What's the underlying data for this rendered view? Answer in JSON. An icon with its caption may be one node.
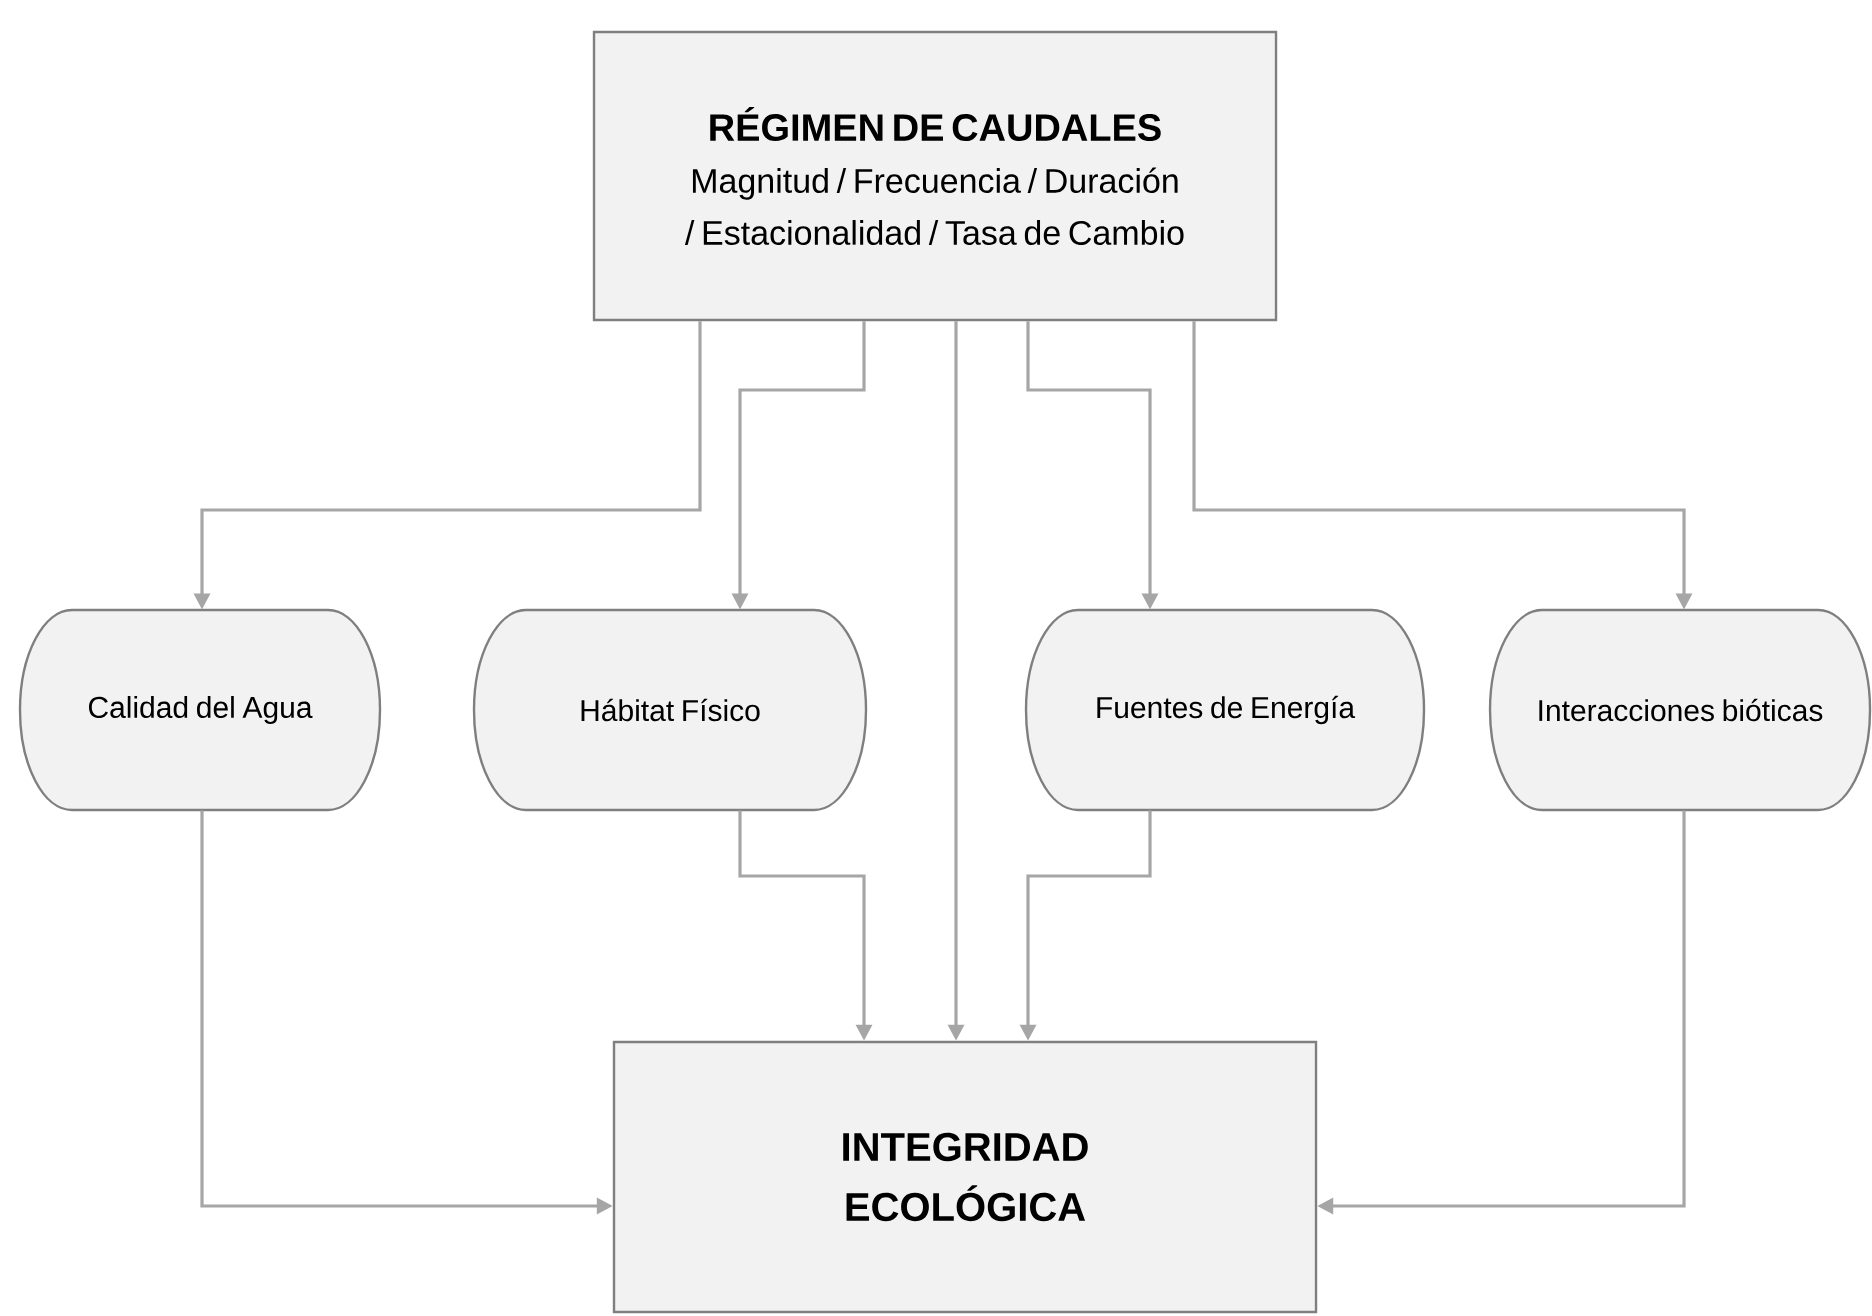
{
  "diagram": {
    "nodes": [
      {
        "text": [
          "RÉGIMEN DE CAUDALES",
          "Magnitud / Frecuencia / Duración / Estacionalidad / Tasa de Cambio"
        ]
      },
      {
        "text": [
          "Calidad del Agua"
        ]
      },
      {
        "text": [
          "Hábitat Físico"
        ]
      },
      {
        "text": [
          "Fuentes de Energía"
        ]
      },
      {
        "text": [
          "Interacciones bióticas"
        ]
      },
      {
        "text": [
          "INTEGRIDAD ECOLÓGICA"
        ]
      }
    ],
    "edges": [
      {
        "from": 0,
        "to": 1,
        "arrow": "to"
      },
      {
        "from": 0,
        "to": 2,
        "arrow": "to"
      },
      {
        "from": 0,
        "to": 5,
        "arrow": "to"
      },
      {
        "from": 0,
        "to": 3,
        "arrow": "to"
      },
      {
        "from": 0,
        "to": 4,
        "arrow": "to"
      },
      {
        "from": 1,
        "to": 5,
        "arrow": "to"
      },
      {
        "from": 2,
        "to": 5,
        "arrow": "to"
      },
      {
        "from": 3,
        "to": 5,
        "arrow": "to"
      },
      {
        "from": 4,
        "to": 5,
        "arrow": "to"
      }
    ]
  }
}
